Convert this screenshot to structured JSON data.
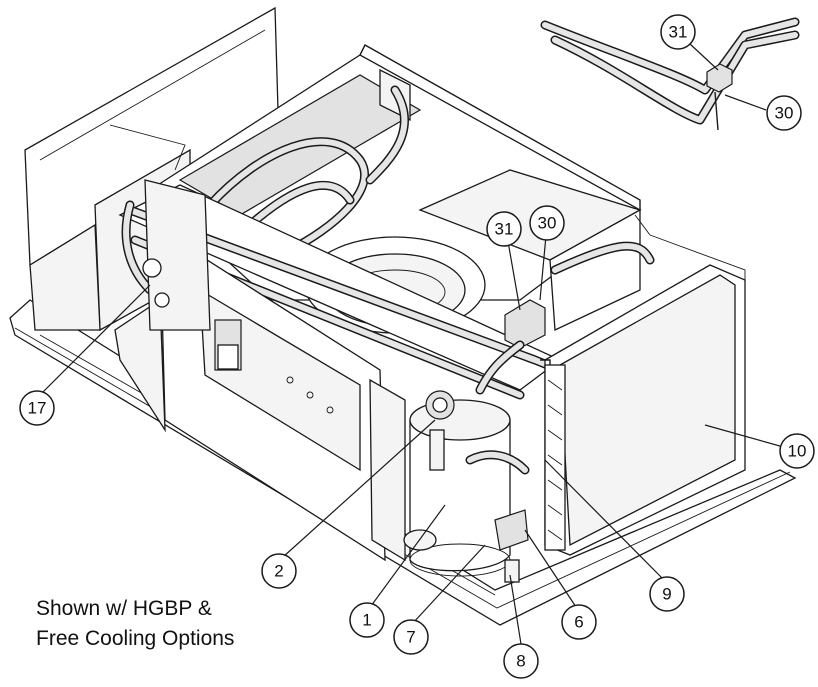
{
  "diagram": {
    "callouts": [
      {
        "id": "c31a",
        "label": "31"
      },
      {
        "id": "c30a",
        "label": "30"
      },
      {
        "id": "c31b",
        "label": "31"
      },
      {
        "id": "c30b",
        "label": "30"
      },
      {
        "id": "c17",
        "label": "17"
      },
      {
        "id": "c10",
        "label": "10"
      },
      {
        "id": "c2",
        "label": "2"
      },
      {
        "id": "c9",
        "label": "9"
      },
      {
        "id": "c1",
        "label": "1"
      },
      {
        "id": "c7",
        "label": "7"
      },
      {
        "id": "c6",
        "label": "6"
      },
      {
        "id": "c8",
        "label": "8"
      }
    ],
    "caption_lines": [
      "Shown w/ HGBP &",
      "Free Cooling Options"
    ]
  }
}
